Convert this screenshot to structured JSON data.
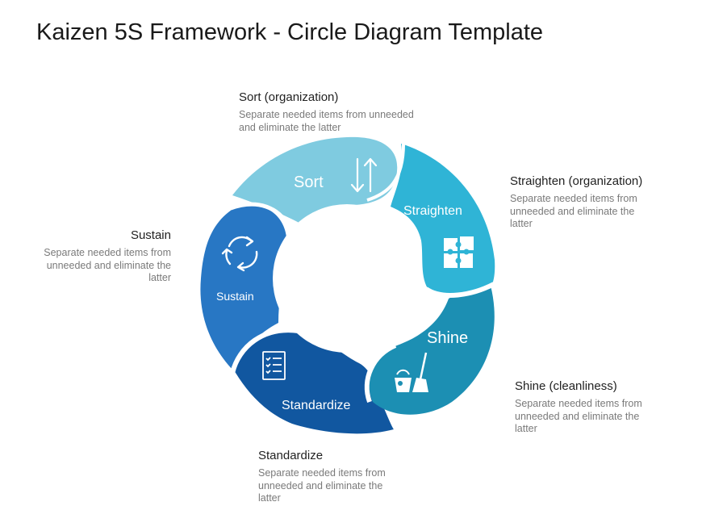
{
  "title": "Kaizen 5S Framework - Circle Diagram Template",
  "colors": {
    "sort": "#7fcbe0",
    "straighten": "#2fb4d6",
    "shine": "#1c8fb3",
    "standardize": "#1157a0",
    "sustain": "#2877c4"
  },
  "segments": {
    "sort": "Sort",
    "straighten": "Straighten",
    "shine": "Shine",
    "standardize": "Standardize",
    "sustain": "Sustain"
  },
  "notes": {
    "sort": {
      "heading": "Sort (organization)",
      "line1": "Separate needed items from unneeded",
      "line2": "and eliminate  the latter"
    },
    "straighten": {
      "heading": "Straighten (organization)",
      "line1": "Separate needed items from",
      "line2": "unneeded and eliminate  the",
      "line3": "latter"
    },
    "shine": {
      "heading": "Shine (cleanliness)",
      "line1": "Separate needed items from",
      "line2": "unneeded and eliminate  the",
      "line3": "latter"
    },
    "standardize": {
      "heading": "Standardize",
      "line1": "Separate needed items from",
      "line2": "unneeded and eliminate  the",
      "line3": "latter"
    },
    "sustain": {
      "heading": "Sustain",
      "line1": "Separate needed items from",
      "line2": "unneeded and eliminate  the",
      "line3": "latter"
    }
  },
  "icons": {
    "sort": "up-down-arrows-icon",
    "straighten": "puzzle-icon",
    "shine": "bucket-broom-icon",
    "standardize": "checklist-icon",
    "sustain": "cycle-arrows-icon"
  }
}
